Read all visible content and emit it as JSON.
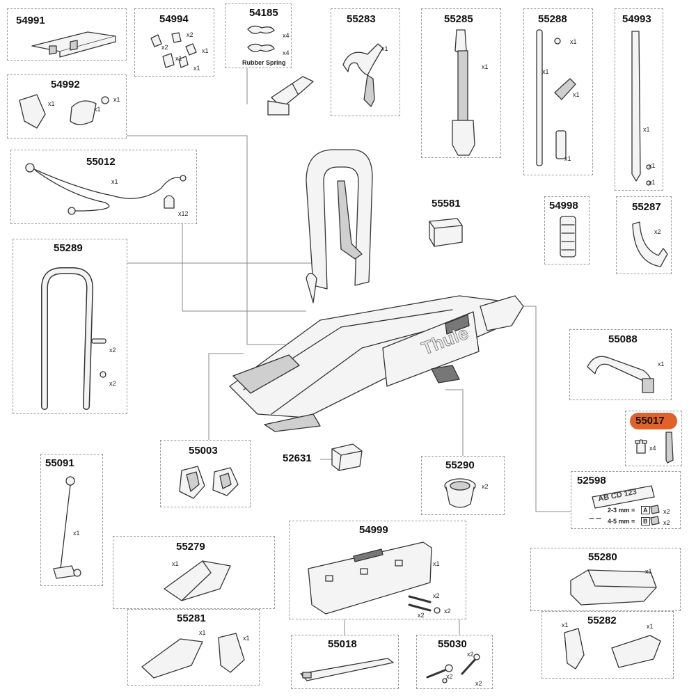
{
  "parts": [
    {
      "id": "p54991",
      "number": "54991",
      "qty": []
    },
    {
      "id": "p54994",
      "number": "54994",
      "qty": [
        "x2",
        "x2",
        "x1",
        "x1",
        "x1"
      ]
    },
    {
      "id": "p54185",
      "number": "54185",
      "qty": [
        "x4",
        "x4"
      ],
      "note": "Rubber Spring"
    },
    {
      "id": "p55283",
      "number": "55283",
      "qty": [
        "x1"
      ]
    },
    {
      "id": "p55285",
      "number": "55285",
      "qty": [
        "x1"
      ]
    },
    {
      "id": "p55288",
      "number": "55288",
      "qty": [
        "x1",
        "x1",
        "x1",
        "x1"
      ]
    },
    {
      "id": "p54993",
      "number": "54993",
      "qty": [
        "x1",
        "x1",
        "x1"
      ]
    },
    {
      "id": "p54992",
      "number": "54992",
      "qty": [
        "x1",
        "x1",
        "x1"
      ]
    },
    {
      "id": "p55012",
      "number": "55012",
      "qty": [
        "x1",
        "x12"
      ]
    },
    {
      "id": "p55581",
      "number": "55581",
      "qty": []
    },
    {
      "id": "p54998",
      "number": "54998",
      "qty": []
    },
    {
      "id": "p55287",
      "number": "55287",
      "qty": [
        "x2"
      ]
    },
    {
      "id": "p55289",
      "number": "55289",
      "qty": [
        "x2",
        "x2"
      ]
    },
    {
      "id": "p55088",
      "number": "55088",
      "qty": [
        "x1"
      ]
    },
    {
      "id": "p55017",
      "number": "55017",
      "qty": [
        "x4"
      ],
      "highlighted": true
    },
    {
      "id": "p55003",
      "number": "55003",
      "qty": []
    },
    {
      "id": "p52631",
      "number": "52631",
      "qty": []
    },
    {
      "id": "p55290",
      "number": "55290",
      "qty": [
        "x2"
      ]
    },
    {
      "id": "p52598",
      "number": "52598",
      "qty": [
        "x2",
        "x2"
      ],
      "plate_text": "AB CD 123",
      "spec_a": "2-3 mm =",
      "spec_a_letter": "A",
      "spec_b": "4-5 mm =",
      "spec_b_letter": "B"
    },
    {
      "id": "p55091",
      "number": "55091",
      "qty": [
        "x1"
      ]
    },
    {
      "id": "p55279",
      "number": "55279",
      "qty": [
        "x1"
      ]
    },
    {
      "id": "p55281",
      "number": "55281",
      "qty": [
        "x1",
        "x1"
      ]
    },
    {
      "id": "p54999",
      "number": "54999",
      "qty": [
        "x1",
        "x2",
        "x2",
        "x2"
      ]
    },
    {
      "id": "p55280",
      "number": "55280",
      "qty": [
        "x1"
      ]
    },
    {
      "id": "p55282",
      "number": "55282",
      "qty": [
        "x1",
        "x1"
      ]
    },
    {
      "id": "p55018",
      "number": "55018",
      "qty": []
    },
    {
      "id": "p55030",
      "number": "55030",
      "qty": [
        "x2",
        "x2",
        "x2"
      ]
    }
  ],
  "brand_label": "Thule",
  "colors": {
    "highlight": "#e0622a",
    "box_border": "#9a9a9a",
    "line": "#333333"
  }
}
